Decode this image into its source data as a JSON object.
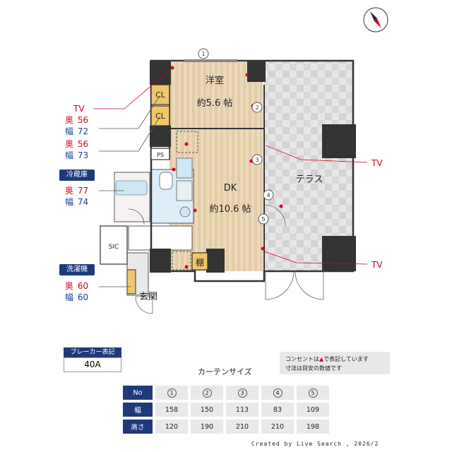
{
  "left_labels": {
    "tv": "TV",
    "cl1": {
      "depth_label": "奥",
      "depth_value": "56",
      "width_label": "幅",
      "width_value": "72"
    },
    "cl2": {
      "depth_label": "奥",
      "depth_value": "56",
      "width_label": "幅",
      "width_value": "73"
    },
    "fridge": {
      "title": "冷蔵庫",
      "depth_label": "奥",
      "depth_value": "77",
      "width_label": "幅",
      "width_value": "74"
    },
    "washer": {
      "title": "洗濯機",
      "depth_label": "奥",
      "depth_value": "60",
      "width_label": "幅",
      "width_value": "60"
    }
  },
  "plan": {
    "western_room": "洋室",
    "western_size": "約5.6 帖",
    "dk": "DK",
    "dk_size": "約10.6 帖",
    "terrace": "テラス",
    "cl_a": "CL",
    "cl_b": "CL",
    "ps": "PS",
    "sic": "SIC",
    "shelf": "棚",
    "entrance": "玄関",
    "tv_right_1": "TV",
    "tv_right_2": "TV",
    "window_markers": [
      "1",
      "2",
      "3",
      "4",
      "5"
    ]
  },
  "breaker": {
    "title": "ブレーカー表記",
    "value": "40A"
  },
  "note": {
    "line1": "コンセントは",
    "line1b": "で表記しています",
    "line2": "寸法は目安の数値です"
  },
  "curtain": {
    "title": "カーテンサイズ",
    "row_no": "No",
    "row_width": "幅",
    "row_height": "高さ",
    "nos": [
      "1",
      "2",
      "3",
      "4",
      "5"
    ],
    "widths": [
      "158",
      "150",
      "113",
      "83",
      "109"
    ],
    "heights": [
      "120",
      "190",
      "210",
      "210",
      "198"
    ]
  },
  "footer": "Created by Live Search , 2026/2",
  "colors": {
    "navy": "#1f3a7a",
    "red": "#d8001c",
    "blue": "#1a3f9a",
    "wood": "#ecd9b8",
    "wall": "#333333"
  }
}
